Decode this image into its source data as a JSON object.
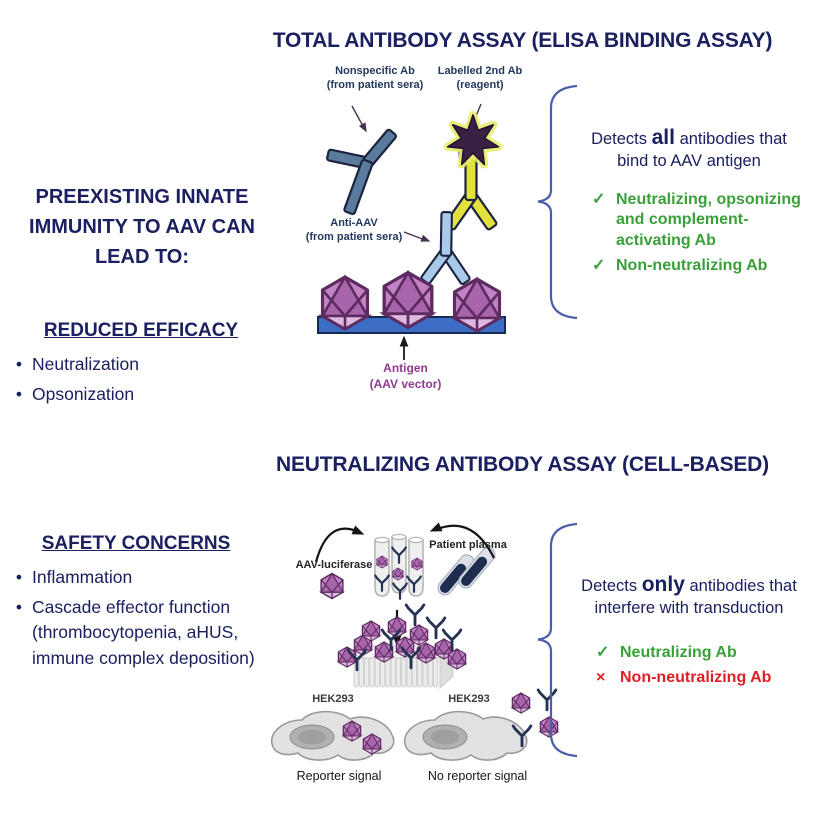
{
  "ui": {
    "bullet_char": "•"
  },
  "colors": {
    "navy": "#1b2060",
    "green": "#3aa03a",
    "red": "#df1f26",
    "purple_label": "#8e3c8e",
    "nonspecific_ab_slate": "#5a7b9c",
    "labelled_ab_yellow": "#e3e23c",
    "anti_aav_blue": "#a9c9e9",
    "capsid_purple": "#c183c4",
    "plate_bar_blue": "#3d6ec5",
    "brace_blue": "#4b5fa9"
  },
  "left_panel": {
    "heading": "PREEXISTING INNATE IMMUNITY TO AAV CAN LEAD TO:",
    "efficacy": {
      "title": "REDUCED EFFICACY",
      "bullets": [
        "Neutralization",
        "Opsonization"
      ]
    },
    "safety": {
      "title": "SAFETY CONCERNS",
      "bullets": [
        "Inflammation",
        "Cascade effector function (thrombocytopenia, aHUS, immune complex deposition)"
      ]
    }
  },
  "elisa": {
    "title": "TOTAL ANTIBODY ASSAY (ELISA BINDING ASSAY)",
    "labels": {
      "nonspecific": "Nonspecific Ab\n(from patient sera)",
      "labelled": "Labelled 2nd Ab\n(reagent)",
      "anti_aav": "Anti-AAV\n(from patient sera)",
      "antigen": "Antigen\n(AAV vector)"
    },
    "result": {
      "line1_pre": "Detects",
      "line1_bold": "all",
      "line1_post": "antibodies that",
      "line2": "bind to AAV antigen",
      "items": [
        {
          "mark": "✓",
          "text": "Neutralizing, opsonizing and complement-activating Ab"
        },
        {
          "mark": "✓",
          "text": "Non-neutralizing Ab"
        }
      ]
    }
  },
  "nab": {
    "title": "NEUTRALIZING ANTIBODY ASSAY (CELL-BASED)",
    "labels": {
      "aav_luciferase": "AAV-luciferase",
      "patient_plasma": "Patient plasma",
      "hek_left": "HEK293",
      "hek_right": "HEK293",
      "reporter": "Reporter signal",
      "no_reporter": "No reporter signal"
    },
    "result": {
      "line1_pre": "Detects",
      "line1_bold": "only",
      "line1_post": "antibodies that",
      "line2": "interfere with transduction",
      "items": [
        {
          "mark": "✓",
          "text": "Neutralizing Ab"
        },
        {
          "mark": "×",
          "text": "Non-neutralizing Ab"
        }
      ]
    }
  }
}
